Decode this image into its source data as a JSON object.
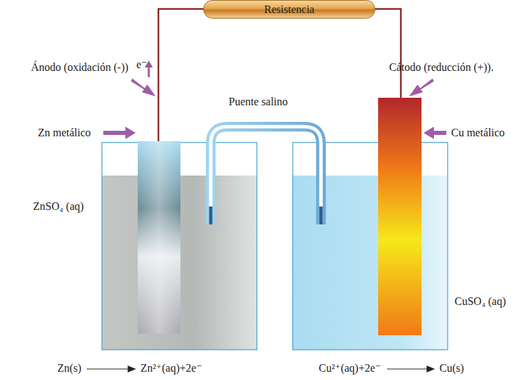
{
  "diagram": {
    "nodes": [
      {
        "text": [
          "Resistencia"
        ]
      }
    ],
    "labels": [
      "e⁻",
      "Ánodo (oxidación (-))",
      "Cátodo (reducción (+)).",
      "Zn metálico",
      "Puente salino",
      "Cu metálico",
      "ZnSO₄ (aq)",
      "CuSO₄ (aq)",
      "Zn(s)",
      "Zn²⁺(aq)+2e⁻",
      "Cu²⁺(aq)+2e⁻",
      "Cu(s)"
    ]
  }
}
